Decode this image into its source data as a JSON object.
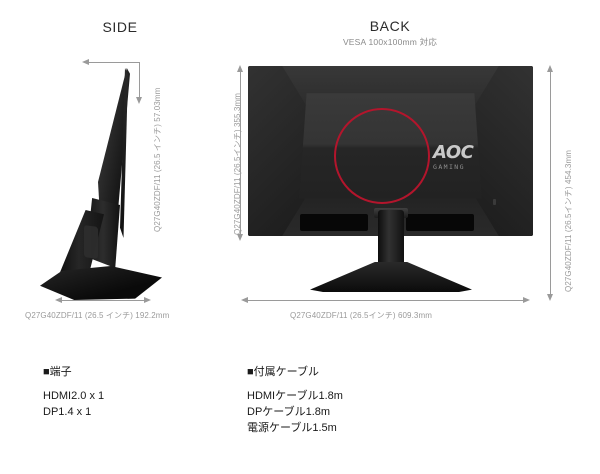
{
  "views": {
    "side": {
      "title": "SIDE",
      "depth_label": "Q27G40ZDF/11 (26.5 インチ) 57.03mm",
      "width_label": "Q27G40ZDF/11 (26.5 インチ) 192.2mm"
    },
    "back": {
      "title": "BACK",
      "subtitle": "VESA 100x100mm 対応",
      "panel_height_label": "Q27G40ZDF/11 (26.5インチ) 355.3mm",
      "total_height_label": "Q27G40ZDF/11 (26.5インチ) 454.3mm",
      "width_label": "Q27G40ZDF/11 (26.5インチ) 609.3mm",
      "brand": "AOC",
      "brand_sub": "GAMING"
    }
  },
  "specs": {
    "ports": {
      "heading": "■端子",
      "lines": [
        "HDMI2.0 x 1",
        "DP1.4 x 1"
      ]
    },
    "cables": {
      "heading": "■付属ケーブル",
      "lines": [
        "HDMIケーブル1.8m",
        "DPケーブル1.8m",
        "電源ケーブル1.5m"
      ]
    }
  },
  "colors": {
    "background": "#ffffff",
    "dimension_line": "#9a9a9a",
    "dimension_text": "#9a9a9a",
    "title_text": "#2b2b2b",
    "spec_text": "#1a1a1a",
    "vesa_circle": "#b3152c",
    "monitor_body": "#1a1a1a"
  }
}
